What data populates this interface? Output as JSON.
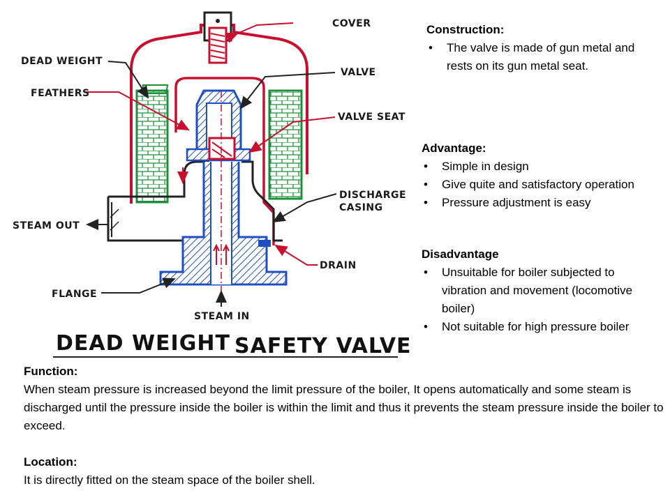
{
  "diagram": {
    "labels": {
      "cover": "COVER",
      "dead_weight": "DEAD WEIGHT",
      "valve": "VALVE",
      "feathers": "FEATHERS",
      "valve_seat": "VALVE SEAT",
      "discharge": "DISCHARGE",
      "casing": "CASING",
      "steam_out": "STEAM OUT",
      "drain": "DRAIN",
      "flange": "FLANGE",
      "steam_in": "STEAM IN"
    },
    "title_part1": "DEAD WEIGHT",
    "title_part2": "SAFETY VALVE",
    "colors": {
      "outline": "#c8102e",
      "valve": "#1f4fbf",
      "brick": "#1e8f3a",
      "line": "#222222"
    }
  },
  "construction": {
    "heading": "Construction:",
    "bullets": [
      "The valve is made of gun metal and rests on its gun metal seat."
    ]
  },
  "advantage": {
    "heading": "Advantage:",
    "bullets": [
      "Simple in design",
      "Give quite and satisfactory operation",
      "Pressure adjustment is easy"
    ]
  },
  "disadvantage": {
    "heading": "Disadvantage",
    "bullets": [
      "Unsuitable for boiler subjected to vibration and movement (locomotive boiler)",
      "Not suitable for high pressure boiler"
    ]
  },
  "function": {
    "heading": "Function:",
    "text": "When steam pressure is increased beyond the limit pressure of the boiler, It opens automatically and some steam is discharged until the pressure inside the boiler is within the limit and thus it prevents the steam pressure inside the boiler to exceed."
  },
  "location": {
    "heading": "Location:",
    "text": "It is directly fitted on the steam space of the boiler shell."
  }
}
